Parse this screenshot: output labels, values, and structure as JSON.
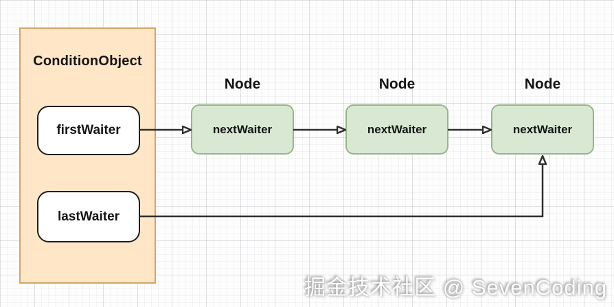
{
  "diagram": {
    "condition_object": {
      "title": "ConditionObject",
      "fields": [
        {
          "label": "firstWaiter"
        },
        {
          "label": "lastWaiter"
        }
      ]
    },
    "nodes": [
      {
        "title": "Node",
        "field_label": "nextWaiter"
      },
      {
        "title": "Node",
        "field_label": "nextWaiter"
      },
      {
        "title": "Node",
        "field_label": "nextWaiter"
      }
    ],
    "arrows": [
      {
        "name": "firstWaiter-to-node1",
        "from": "firstWaiter",
        "to": "node-1"
      },
      {
        "name": "node1-to-node2",
        "from": "node-1",
        "to": "node-2"
      },
      {
        "name": "node2-to-node3",
        "from": "node-2",
        "to": "node-3"
      },
      {
        "name": "lastWaiter-to-node3",
        "from": "lastWaiter",
        "to": "node-3"
      }
    ],
    "colors": {
      "condition_fill": "#ffe6c7",
      "condition_border": "#d2a564",
      "field_fill": "#ffffff",
      "field_border": "#1c1c1c",
      "node_fill": "#d9e8d3",
      "node_border": "#96b588",
      "arrow": "#2e2e2e"
    }
  },
  "watermark": {
    "text": "掘金技术社区 @ SevenCoding"
  }
}
